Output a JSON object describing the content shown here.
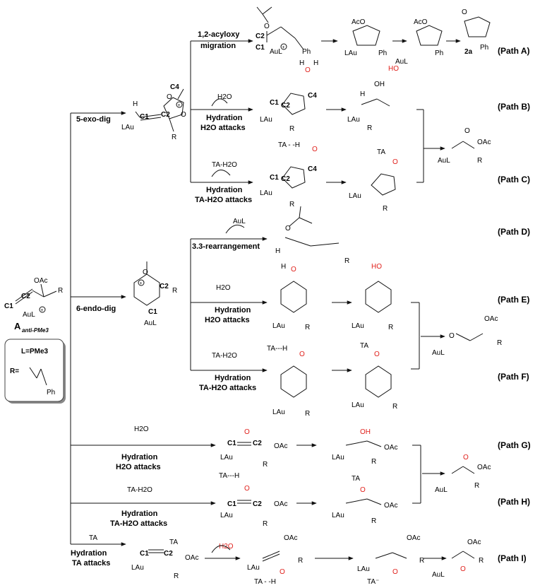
{
  "paths": [
    "(Path A)",
    "(Path B)",
    "(Path C)",
    "(Path D)",
    "(Path E)",
    "(Path F)",
    "(Path G)",
    "(Path H)",
    "(Path I)"
  ],
  "conditions": {
    "exo": "5-exo-dig",
    "endo": "6-endo-dig",
    "acyloxy1": "1,2-acyloxy",
    "acyloxy2": "migration",
    "hydration": "Hydration",
    "h2o_attacks": "H2O attacks",
    "ta_h2o_attacks": "TA-H2O attacks",
    "rearr": "3.3-rearrangement",
    "ta_attacks": "TA attacks"
  },
  "reagents": {
    "h2o": "H2O",
    "ta_h2o": "TA-H2O",
    "ta": "TA",
    "aul": "AuL"
  },
  "atoms": {
    "c1": "C1",
    "c2": "C2",
    "c4": "C4",
    "lau": "LAu",
    "aul": "AuL",
    "oac": "OAc",
    "aco": "AcO",
    "r": "R",
    "ph": "Ph",
    "o": "O",
    "oh": "OH",
    "ho": "HO",
    "h": "H",
    "ta_h": "TA - -H",
    "ta_h2": "TA---H",
    "ta": "TA",
    "ta_minus": "TA⁻",
    "compound_2a": "2a"
  },
  "start": {
    "label": "A",
    "subscript": "anti-PMe3"
  },
  "legend": {
    "l_def": "L=PMe3",
    "r_def": "R=",
    "ph": "Ph"
  },
  "colors": {
    "oxygen_highlight": "#e0201b",
    "ink": "#111111"
  }
}
